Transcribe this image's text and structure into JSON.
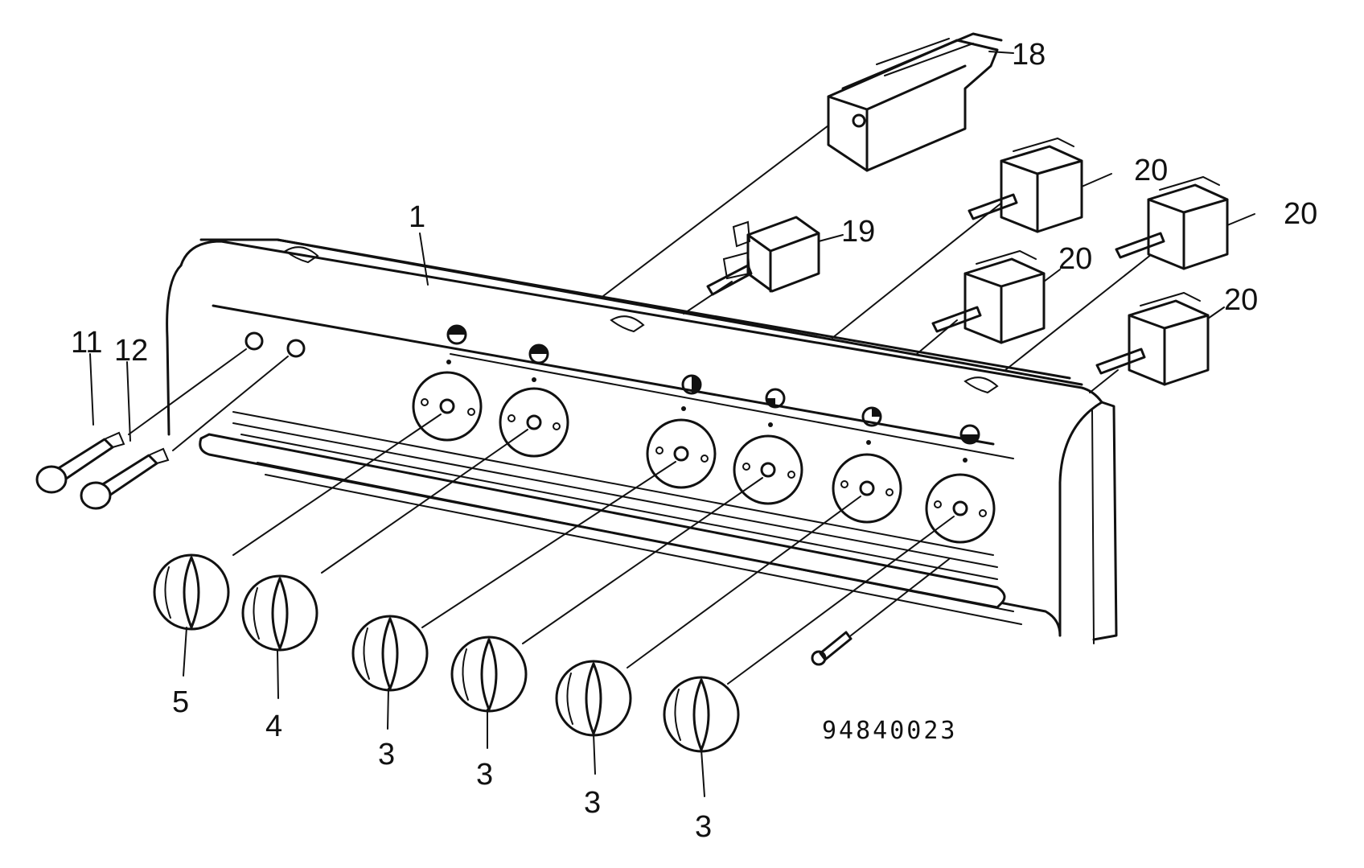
{
  "diagram": {
    "drawing_number": "94840023",
    "callouts": {
      "panel": "1",
      "knob_5": "5",
      "knob_4": "4",
      "knob_3a": "3",
      "knob_3b": "3",
      "knob_3c": "3",
      "knob_3d": "3",
      "lamp_11": "11",
      "lamp_12": "12",
      "timer_18": "18",
      "switch_19": "19",
      "energy_reg_20a": "20",
      "energy_reg_20b": "20",
      "energy_reg_20c": "20",
      "energy_reg_20d": "20"
    }
  }
}
